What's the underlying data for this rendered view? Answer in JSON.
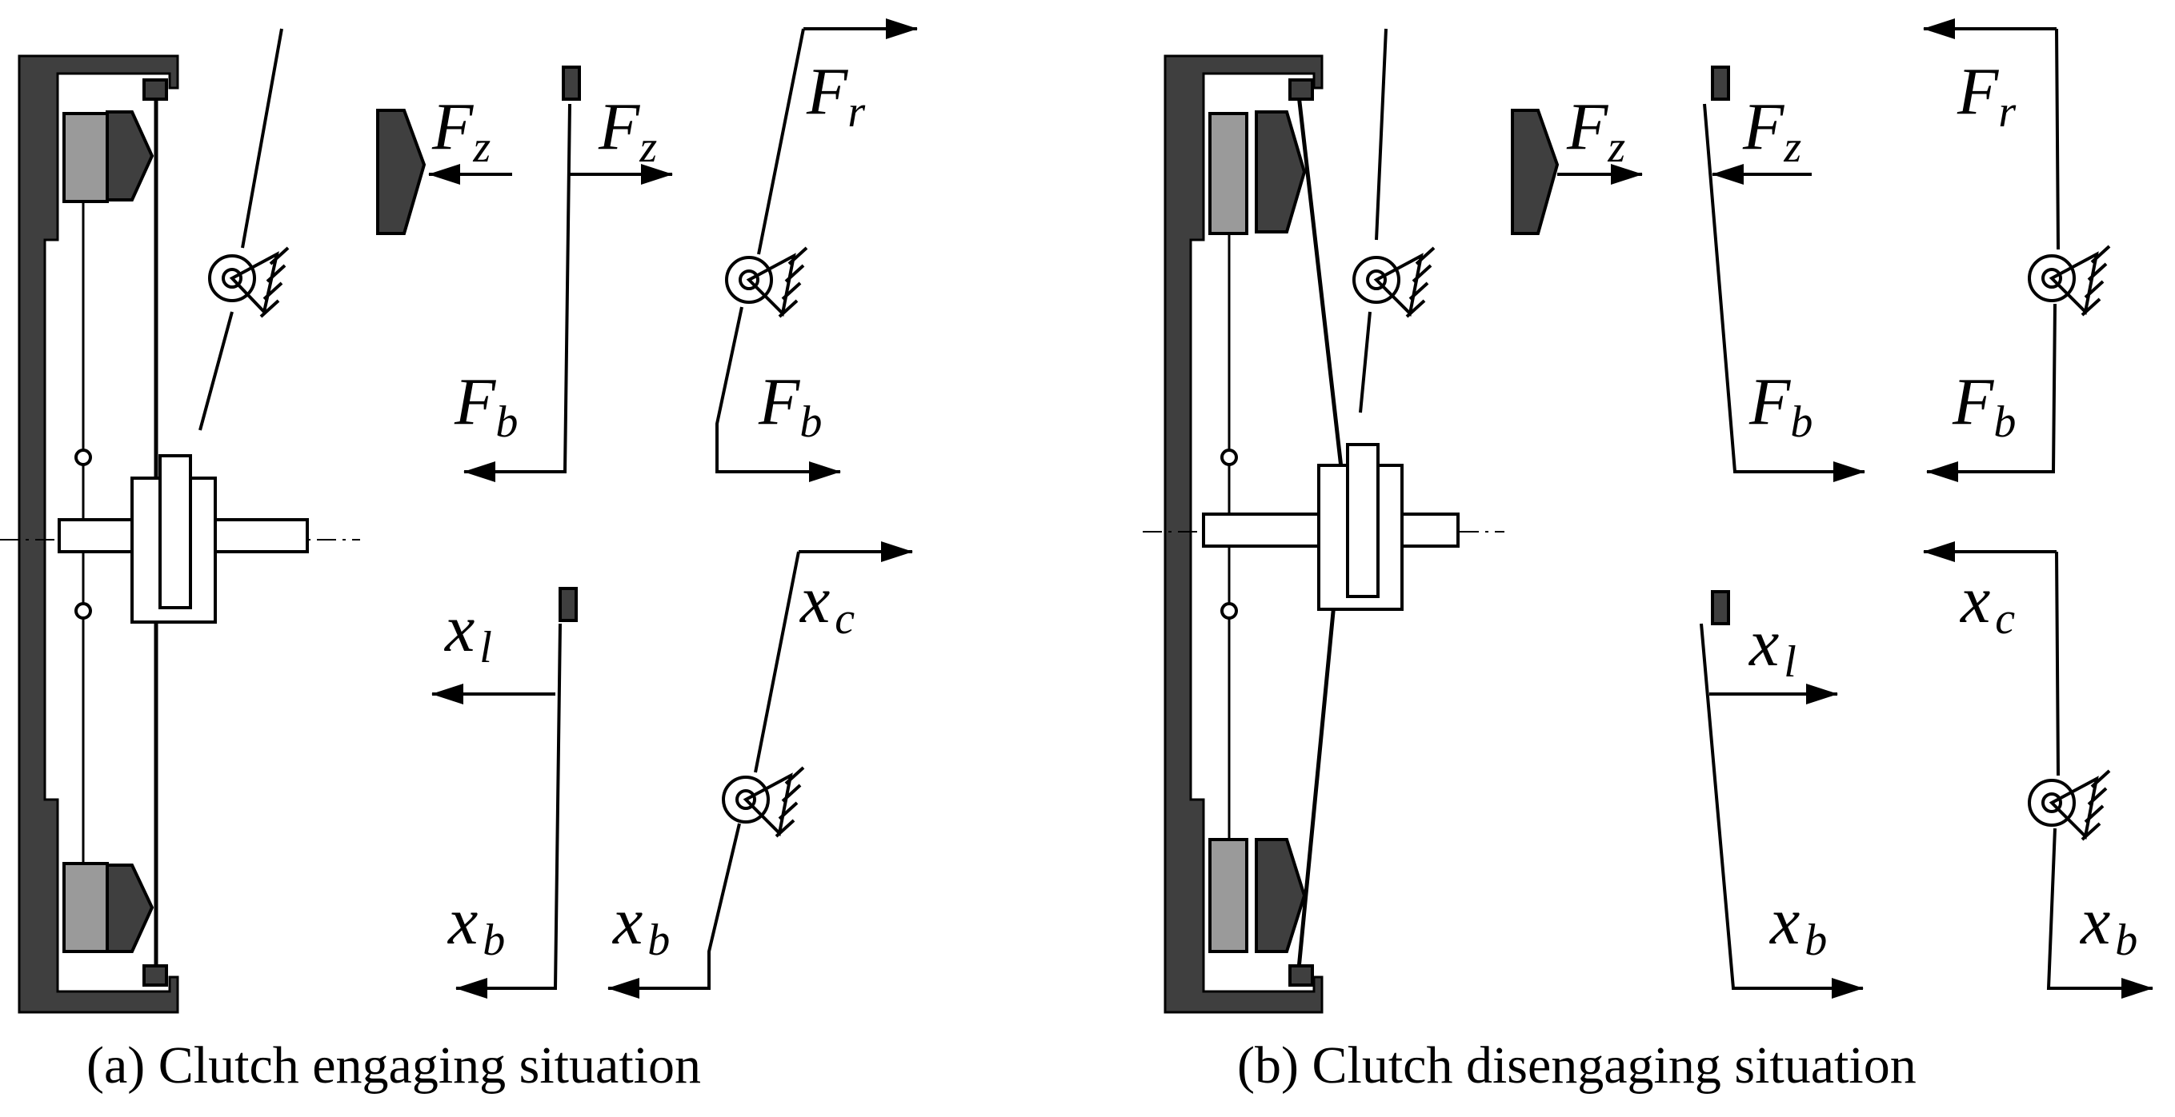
{
  "colors": {
    "ink": "#000000",
    "housing": "#3f3f3f",
    "friction_pad": "#9a9a9a",
    "background": "#ffffff"
  },
  "panels": [
    {
      "id": "a",
      "caption": "(a) Clutch engaging situation",
      "labels": {
        "fz_release": {
          "main": "F",
          "sub": "z"
        },
        "fz_lever": {
          "main": "F",
          "sub": "z"
        },
        "fr": {
          "main": "F",
          "sub": "r"
        },
        "fb_lever": {
          "main": "F",
          "sub": "b"
        },
        "fb_release": {
          "main": "F",
          "sub": "b"
        },
        "xc": {
          "main": "x",
          "sub": "c"
        },
        "xl": {
          "main": "x",
          "sub": "l"
        },
        "xb_lever": {
          "main": "x",
          "sub": "b"
        },
        "xb_release": {
          "main": "x",
          "sub": "b"
        }
      }
    },
    {
      "id": "b",
      "caption": "(b) Clutch disengaging situation",
      "labels": {
        "fz_release": {
          "main": "F",
          "sub": "z"
        },
        "fz_lever": {
          "main": "F",
          "sub": "z"
        },
        "fr": {
          "main": "F",
          "sub": "r"
        },
        "fb_lever": {
          "main": "F",
          "sub": "b"
        },
        "fb_release": {
          "main": "F",
          "sub": "b"
        },
        "xc": {
          "main": "x",
          "sub": "c"
        },
        "xl": {
          "main": "x",
          "sub": "l"
        },
        "xb_lever": {
          "main": "x",
          "sub": "b"
        },
        "xb_release": {
          "main": "x",
          "sub": "b"
        }
      }
    }
  ]
}
